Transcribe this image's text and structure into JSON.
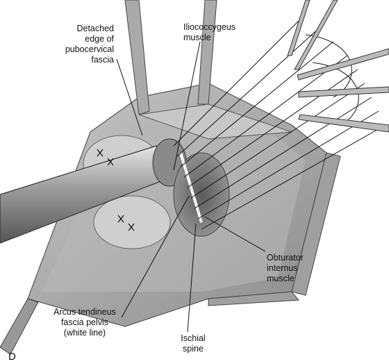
{
  "figure": {
    "panel_letter": "D",
    "labels": {
      "pubocervical_fascia": "Detached\nedge of\npubocervical\nfascia",
      "iliococcygeus": "Iliococcygeus\nmuscle",
      "obturator_internus": "Obturator\ninternus\nmuscle",
      "arcus_tendineus": "Arcus tendineus\nfascia pelvis\n(white line)",
      "ischial_spine": "Ischial\nspine"
    }
  }
}
